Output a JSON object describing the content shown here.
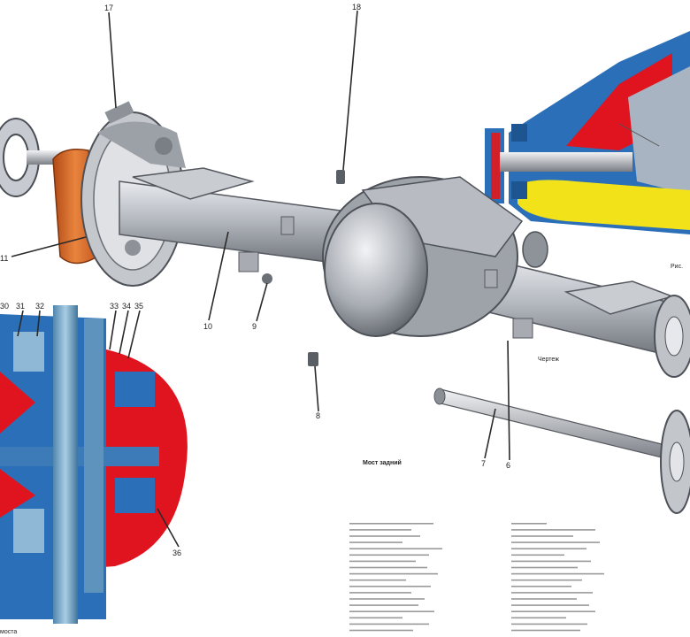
{
  "diagram": {
    "title": "Мост задний",
    "labels": [
      {
        "id": "17",
        "text": "17"
      },
      {
        "id": "18",
        "text": "18"
      },
      {
        "id": "11",
        "text": "11"
      },
      {
        "id": "10",
        "text": "10"
      },
      {
        "id": "9",
        "text": "9"
      },
      {
        "id": "8",
        "text": "8"
      },
      {
        "id": "7",
        "text": "7"
      },
      {
        "id": "6",
        "text": "6"
      },
      {
        "id": "30",
        "text": "30"
      },
      {
        "id": "31",
        "text": "31"
      },
      {
        "id": "32",
        "text": "32"
      },
      {
        "id": "33",
        "text": "33"
      },
      {
        "id": "34",
        "text": "34"
      },
      {
        "id": "35",
        "text": "35"
      },
      {
        "id": "36",
        "text": "36"
      }
    ],
    "captions": {
      "right_inset": "Рис.",
      "section": "моста",
      "mid": "Чертеж"
    },
    "colors": {
      "housing": "#9a9ea5",
      "drum": "#d9682a",
      "section_blue": "#2a6fb8",
      "section_red": "#e0141e",
      "section_yellow": "#f2e21a",
      "shaft": "#6f9fbf"
    }
  }
}
